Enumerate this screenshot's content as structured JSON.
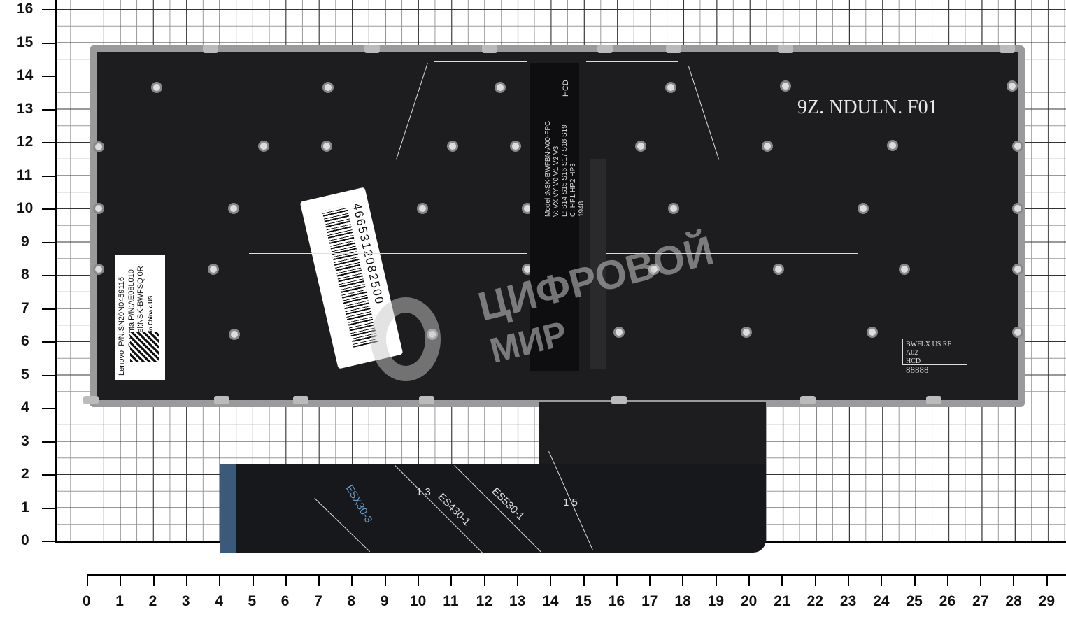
{
  "ruler": {
    "x_ticks": [
      "0",
      "1",
      "2",
      "3",
      "4",
      "5",
      "6",
      "7",
      "8",
      "9",
      "10",
      "11",
      "12",
      "13",
      "14",
      "15",
      "16",
      "17",
      "18",
      "19",
      "20",
      "21",
      "22",
      "23",
      "24",
      "25",
      "26",
      "27",
      "28",
      "29"
    ],
    "y_ticks": [
      "0",
      "1",
      "2",
      "3",
      "4",
      "5",
      "6",
      "7",
      "8",
      "9",
      "10",
      "11",
      "12",
      "13",
      "14",
      "15",
      "16"
    ]
  },
  "keyboard": {
    "model_text": "9Z. NDULN. F01",
    "label_lenovo": {
      "brand": "Lenovo",
      "pn": "P/N:SN20N0459116",
      "quanta": "Quanta P/N:AE08L010",
      "model": "Model:NSK-BWFSQ 0R",
      "origin": "Made in China",
      "cert": "c US"
    },
    "barcode_number": "4665312082500",
    "fpc_lines": [
      "Model :NSK-BWFBN-A00-FPC",
      "V: VX VY V0 V1 V2 V3",
      "L: S14 S15 S16 S17 S18 S19",
      "C: HP1 HP2 HP3",
      "1948"
    ],
    "fpc_mark": "HCD",
    "small_label": [
      "BWFLX US RF A02",
      "HCD",
      "88888"
    ],
    "flex_marks": [
      "ESX30-3",
      "ES430-1",
      "ES530-1",
      "1 3",
      "1 5"
    ]
  },
  "watermark": [
    "ЦИФРОВОЙ",
    "МИР"
  ]
}
